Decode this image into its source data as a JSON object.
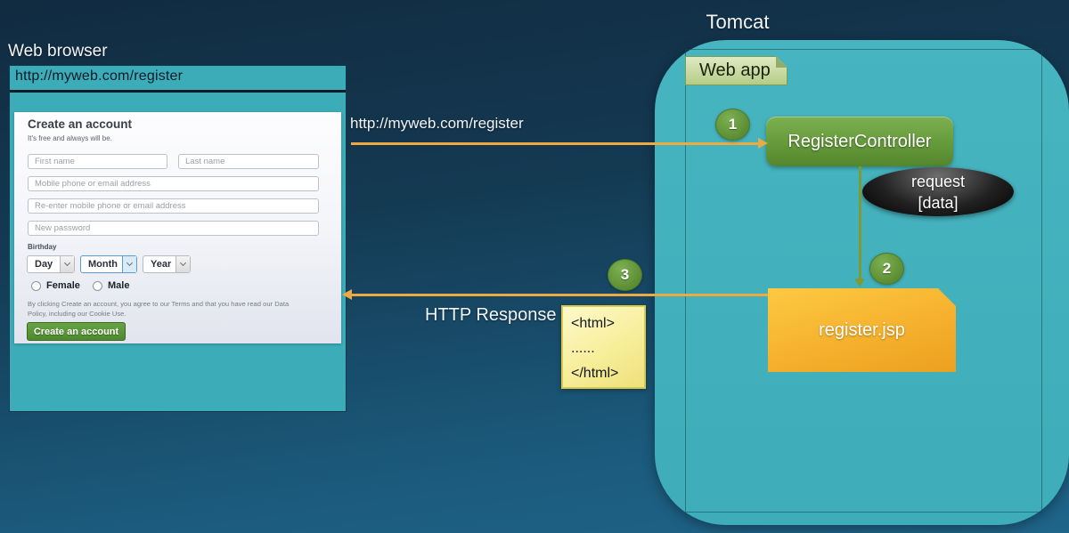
{
  "colors": {
    "background_top": "#112b40",
    "background_bottom": "#1f6489",
    "panel_teal": "#3cacb8",
    "tomcat_teal": "#43b2be",
    "arrow_orange": "#ecaa41",
    "controller_green": "#659a3b",
    "step_circle_green": "#679a45",
    "jsp_orange": "#f4ad2a",
    "note_yellow": "#f7ee9a",
    "webapp_tab_green": "#b4cc87",
    "submit_button_green": "#579b3b"
  },
  "browser": {
    "window_label": "Web browser",
    "address_url": "http://myweb.com/register",
    "form": {
      "title": "Create an account",
      "subtitle": "It's free and always will be.",
      "first_name_placeholder": "First name",
      "last_name_placeholder": "Last name",
      "mobile_placeholder": "Mobile phone or email address",
      "reenter_placeholder": "Re-enter mobile phone or email address",
      "password_placeholder": "New password",
      "birthday_label": "Birthday",
      "day_dropdown": "Day",
      "month_dropdown": "Month",
      "year_dropdown": "Year",
      "female_label": "Female",
      "male_label": "Male",
      "legal_line1": "By clicking Create an account, you agree to our Terms and that you have read our Data",
      "legal_line2": "Policy, including our Cookie Use.",
      "submit_label": "Create an account"
    }
  },
  "server": {
    "title": "Tomcat",
    "webapp_label": "Web app",
    "controller_label": "RegisterController",
    "request_line1": "request",
    "request_line2": "[data]",
    "jsp_label": "register.jsp"
  },
  "flow": {
    "step1": "1",
    "step2": "2",
    "step3": "3",
    "request_label": "http://myweb.com/register",
    "response_label": "HTTP Response",
    "note_lines": [
      "<html>",
      "......",
      "</html>"
    ]
  }
}
